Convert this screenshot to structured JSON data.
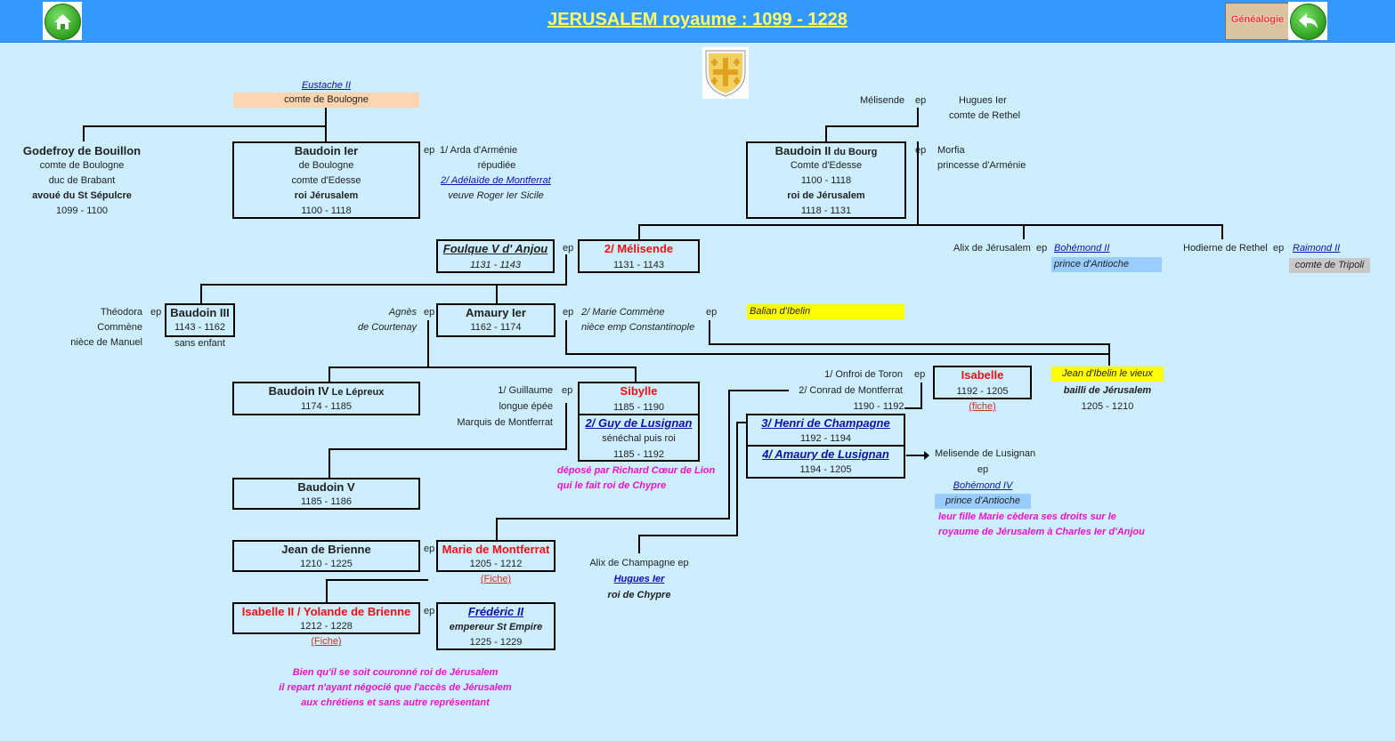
{
  "header": {
    "title": "JERUSALEM royaume  : 1099 - 1228",
    "home_icon": "home-icon",
    "back_icon": "back-arrow-icon",
    "genealogy_label": "Généalogie",
    "bg": "#3399ff",
    "title_color": "#ffff66"
  },
  "crest_icon": "jerusalem-cross-shield-icon",
  "eustache": {
    "name": "Eustache II",
    "title": "comte de Boulogne"
  },
  "godefroy": {
    "name": "Godefroy de Bouillon",
    "l1": "comte de Boulogne",
    "l2": "duc de Brabant",
    "l3": "avoué du St Sépulcre",
    "dates": "1099 - 1100"
  },
  "baudoin1": {
    "name": "Baudoin Ier",
    "l1": "de Boulogne",
    "l2": "comte d'Edesse",
    "l3": "roi Jérusalem",
    "dates": "1100 - 1118"
  },
  "baudoin1_wives": {
    "ep": "ep",
    "w1": "1/ Arda d'Arménie",
    "w1note": "répudiée",
    "w2": "2/ Adélaïde de Montferrat",
    "w2note": "veuve Roger Ier Sicile"
  },
  "melisende_hugues": {
    "melisende": "Mélisende",
    "ep": "ep",
    "hugues": "Hugues Ier",
    "hugues_title": "comte de Rethel"
  },
  "baudoin2": {
    "name": "Baudoin II",
    "name_suffix": "du Bourg",
    "l1": "Comte d'Edesse",
    "dates1": "1100 - 1118",
    "l2": "roi de Jérusalem",
    "dates2": "1118 - 1131"
  },
  "morfia": {
    "ep": "ep",
    "name": "Morfia",
    "title": "princesse d'Arménie"
  },
  "foulque": {
    "name": "Foulque V d' Anjou",
    "dates": "1131 - 1143",
    "ep": "ep"
  },
  "melisende2": {
    "name": "2/ Mélisende",
    "dates": "1131 - 1143"
  },
  "alix_jer": {
    "name": "Alix de Jérusalem",
    "ep": "ep",
    "spouse": "Bohémond II",
    "spouse_title": "prince d'Antioche"
  },
  "hodierne": {
    "name": "Hodierne de Rethel",
    "ep": "ep",
    "spouse": "Raimond II",
    "spouse_title": "comte de Tripoli"
  },
  "theodora": {
    "l1": "Théodora",
    "ep": "ep",
    "l2": "Commène",
    "l3": "nièce de Manuel"
  },
  "baudoin3": {
    "name": "Baudoin III",
    "dates": "1143 - 1162",
    "note": "sans enfant"
  },
  "agnes": {
    "l1": "Agnès",
    "ep": "ep",
    "l2": "de Courtenay"
  },
  "amaury1": {
    "name": "Amaury Ier",
    "dates": "1162 - 1174",
    "ep": "ep"
  },
  "marie_comnene": {
    "l1": "2/ Marie Commène",
    "l2": "nièce emp Constantinople",
    "ep": "ep"
  },
  "balian": {
    "name": "Balian d'Ibelin"
  },
  "baudoin4": {
    "name": "Baudoin IV",
    "name_suffix": "Le Lépreux",
    "dates": "1174 - 1185"
  },
  "guillaume": {
    "l1": "1/ Guillaume",
    "ep": "ep",
    "l2": "longue épée",
    "l3": "Marquis de Montferrat"
  },
  "sibylle": {
    "name": "Sibylle",
    "dates": "1185 - 1190"
  },
  "guy": {
    "name": "2/ Guy de Lusignan",
    "l1": "sénéchal puis roi",
    "dates": "1185 - 1192"
  },
  "guy_note": {
    "l1": "déposé par Richard Cœur de Lion",
    "l2": "qui le fait roi de Chypre"
  },
  "onfroi": {
    "l1": "1/ Onfroi de Toron",
    "l2": "2/ Conrad de Montferrat",
    "l3": "1190 - 1192",
    "ep": "ep"
  },
  "isabelle": {
    "name": "Isabelle",
    "dates": "1192 - 1205",
    "fiche": "(fiche)"
  },
  "jean_ibelin": {
    "name": "Jean d'Ibelin le vieux",
    "title": "bailli de Jérusalem",
    "dates": "1205 - 1210"
  },
  "henri": {
    "name": "3/ Henri de Champagne",
    "dates": "1192 - 1194"
  },
  "amaury_lus": {
    "name": "4/ Amaury de Lusignan",
    "dates": "1194 - 1205"
  },
  "melisende_lus": {
    "name": "Melisende de Lusignan",
    "ep": "ep",
    "spouse": "Bohémond IV",
    "spouse_title": "prince d'Antioche"
  },
  "marie_note": {
    "l1": "leur fille Marie cèdera ses droits sur le",
    "l2": "royaume de Jérusalem à Charles Ier d'Anjou"
  },
  "baudoin5": {
    "name": "Baudoin V",
    "dates": "1185 - 1186"
  },
  "jean_brienne": {
    "name": "Jean de Brienne",
    "dates": "1210 - 1225",
    "ep": "ep"
  },
  "marie_montferrat": {
    "name": "Marie de Montferrat",
    "dates": "1205 - 1212",
    "fiche": "(Fiche)"
  },
  "alix_champagne": {
    "l1": "Alix de Champagne ep",
    "spouse": "Hugues Ier",
    "spouse_title": "roi de Chypre"
  },
  "isabelle2": {
    "name": "Isabelle II / Yolande de Brienne",
    "dates": "1212 - 1228",
    "fiche": "(Fiche)",
    "ep": "ep"
  },
  "frederic": {
    "name": "Frédéric II",
    "title": "empereur St Empire",
    "dates": "1225 - 1229"
  },
  "frederic_note": {
    "l1": "Bien qu'il se soit couronné roi de Jérusalem",
    "l2": "il repart n'ayant négocié que l'accès de Jérusalem",
    "l3": "aux chrétiens et sans autre représentant"
  },
  "colors": {
    "background": "#cceeff",
    "red_names": "#ee1111",
    "link_blue": "#1111aa",
    "note_pink": "#ee11cc",
    "peach": "#ffd5b0",
    "yellow": "#ffff00",
    "light_blue": "#99ccff",
    "grey": "#c8c8c8"
  }
}
